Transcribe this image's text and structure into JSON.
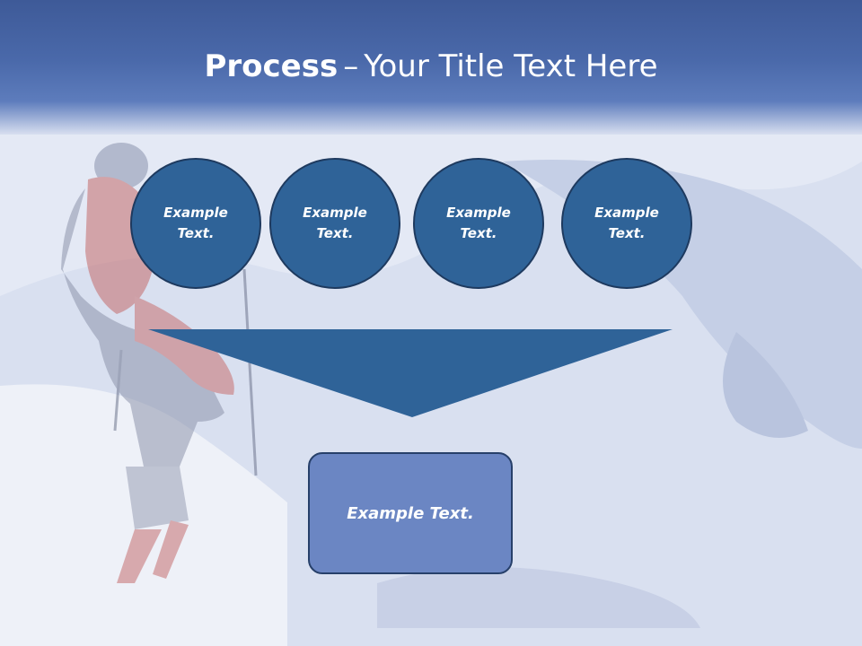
{
  "slide": {
    "title_bold": "Process",
    "title_dash": "–",
    "title_rest": "Your Title Text Here",
    "circles": [
      {
        "label": "Example Text."
      },
      {
        "label": "Example Text."
      },
      {
        "label": "Example Text."
      },
      {
        "label": "Example Text."
      }
    ],
    "result_label": "Example Text."
  },
  "colors": {
    "title_band": "#4a69aa",
    "circle_fill": "#2f6398",
    "circle_border": "#1e3a5f",
    "funnel_fill": "#2f6398",
    "result_fill": "#6b86c3",
    "text": "#ffffff"
  }
}
